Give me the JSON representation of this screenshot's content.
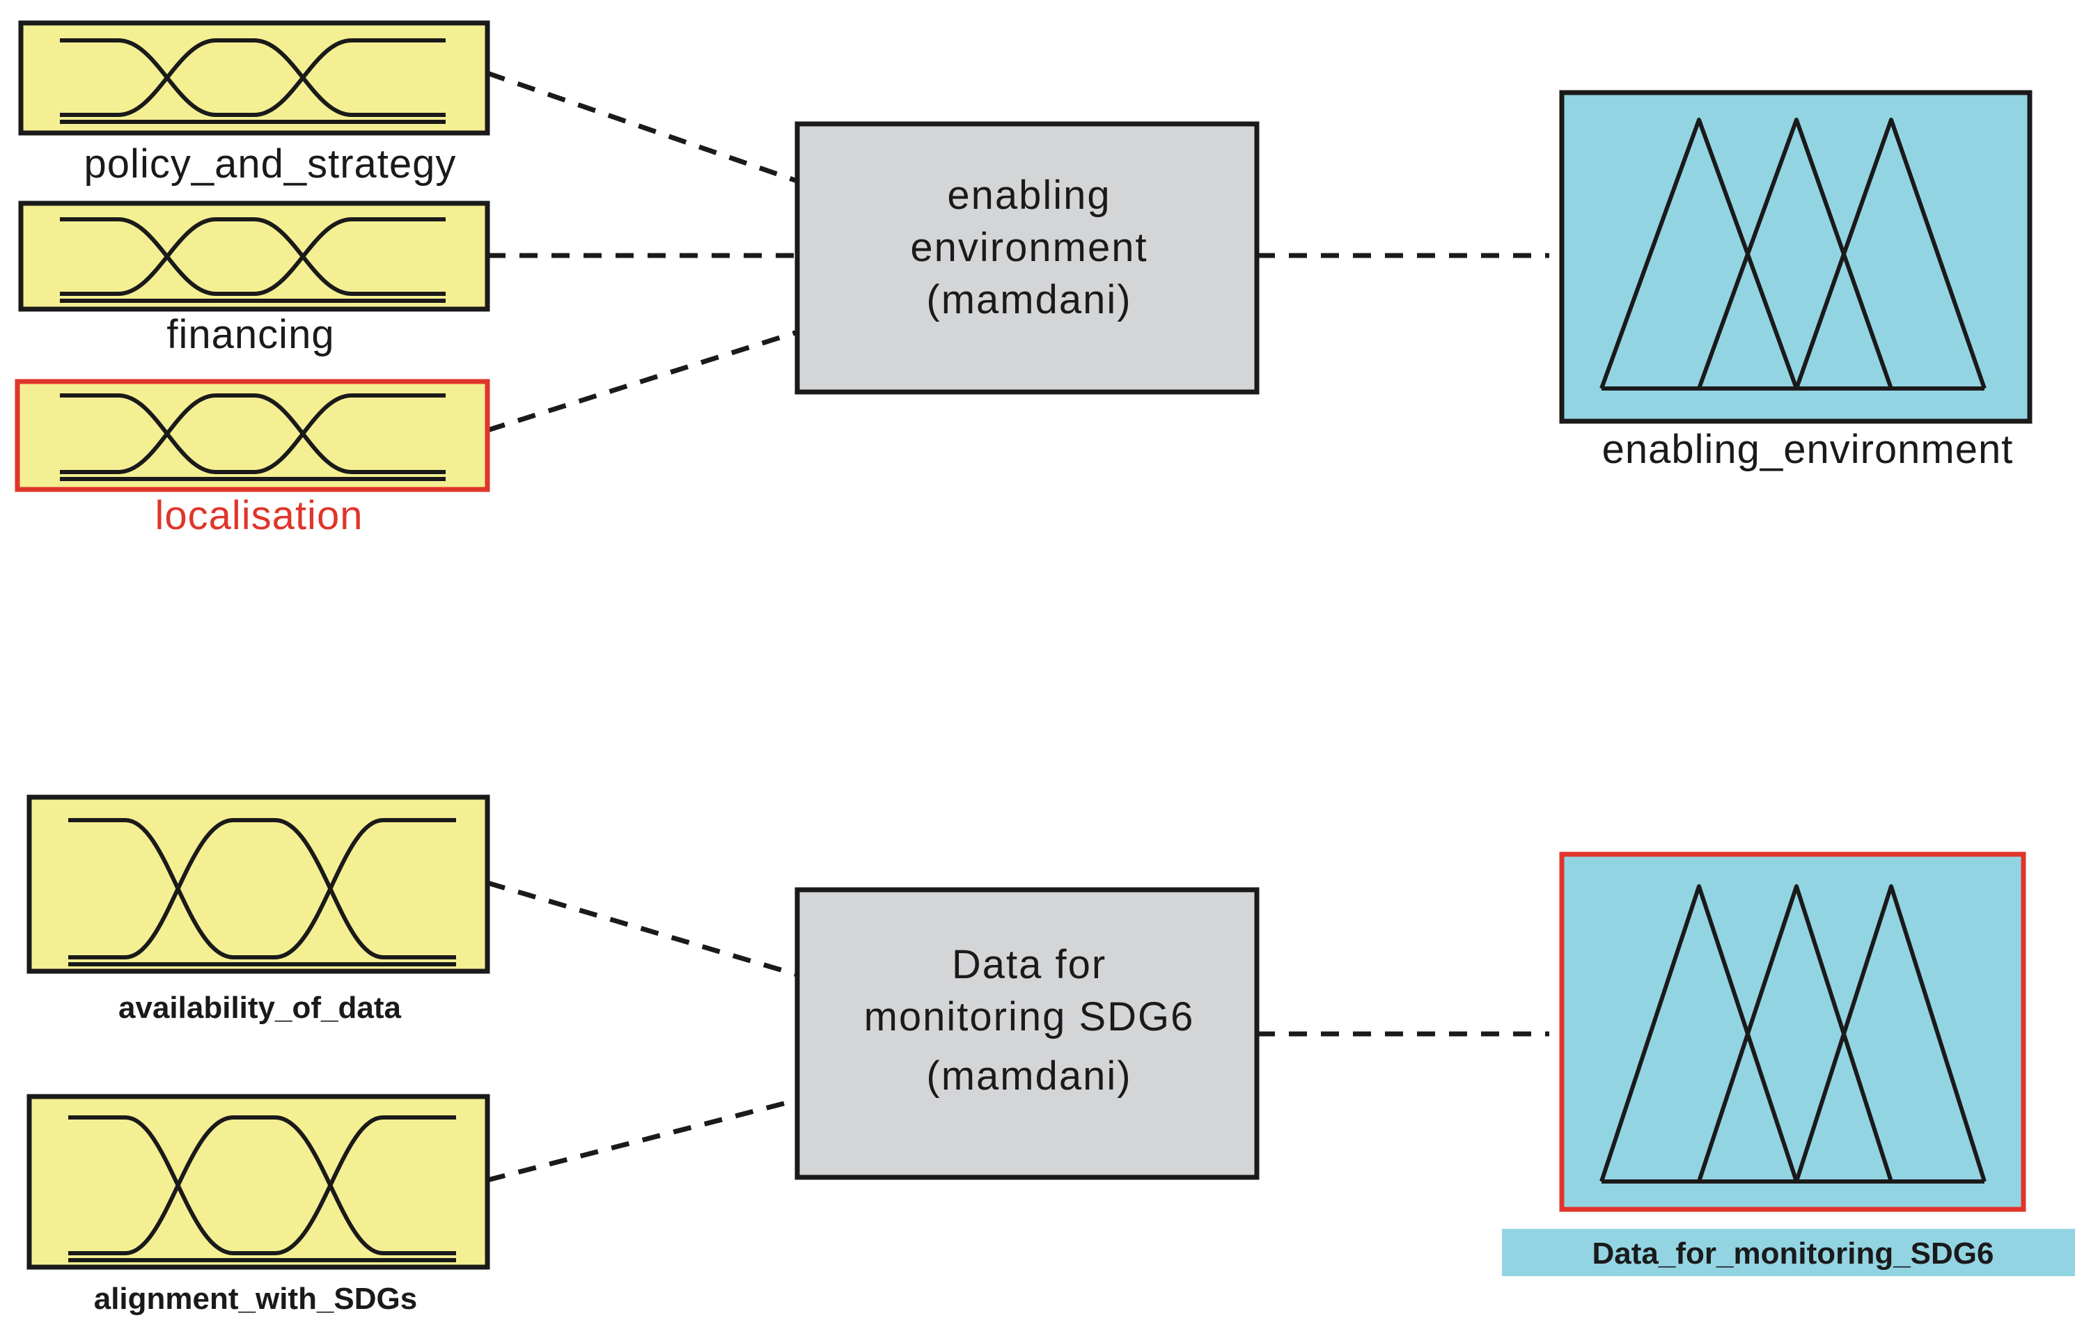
{
  "inputs_top": [
    {
      "name": "policy_and_strategy",
      "selected": false
    },
    {
      "name": "financing",
      "selected": false
    },
    {
      "name": "localisation",
      "selected": true
    }
  ],
  "system_top": {
    "line1": "enabling",
    "line2": "environment",
    "line3": "(mamdani)"
  },
  "output_top": {
    "name": "enabling_environment",
    "selected": false
  },
  "inputs_bottom": [
    {
      "name": "availability_of_data",
      "selected": false
    },
    {
      "name": "alignment_with_SDGs",
      "selected": false
    }
  ],
  "system_bottom": {
    "line1": "Data for",
    "line2": "monitoring SDG6",
    "line3": "(mamdani)"
  },
  "output_bottom": {
    "name": "Data_for_monitoring_SDG6",
    "selected": true
  },
  "colors": {
    "input_fill": "#f4ef93",
    "system_fill": "#d4d5d7",
    "output_fill": "#93d4e3",
    "selected_border": "#e0352b",
    "selected_label": "#e0352b",
    "line": "#1a1a1a"
  }
}
